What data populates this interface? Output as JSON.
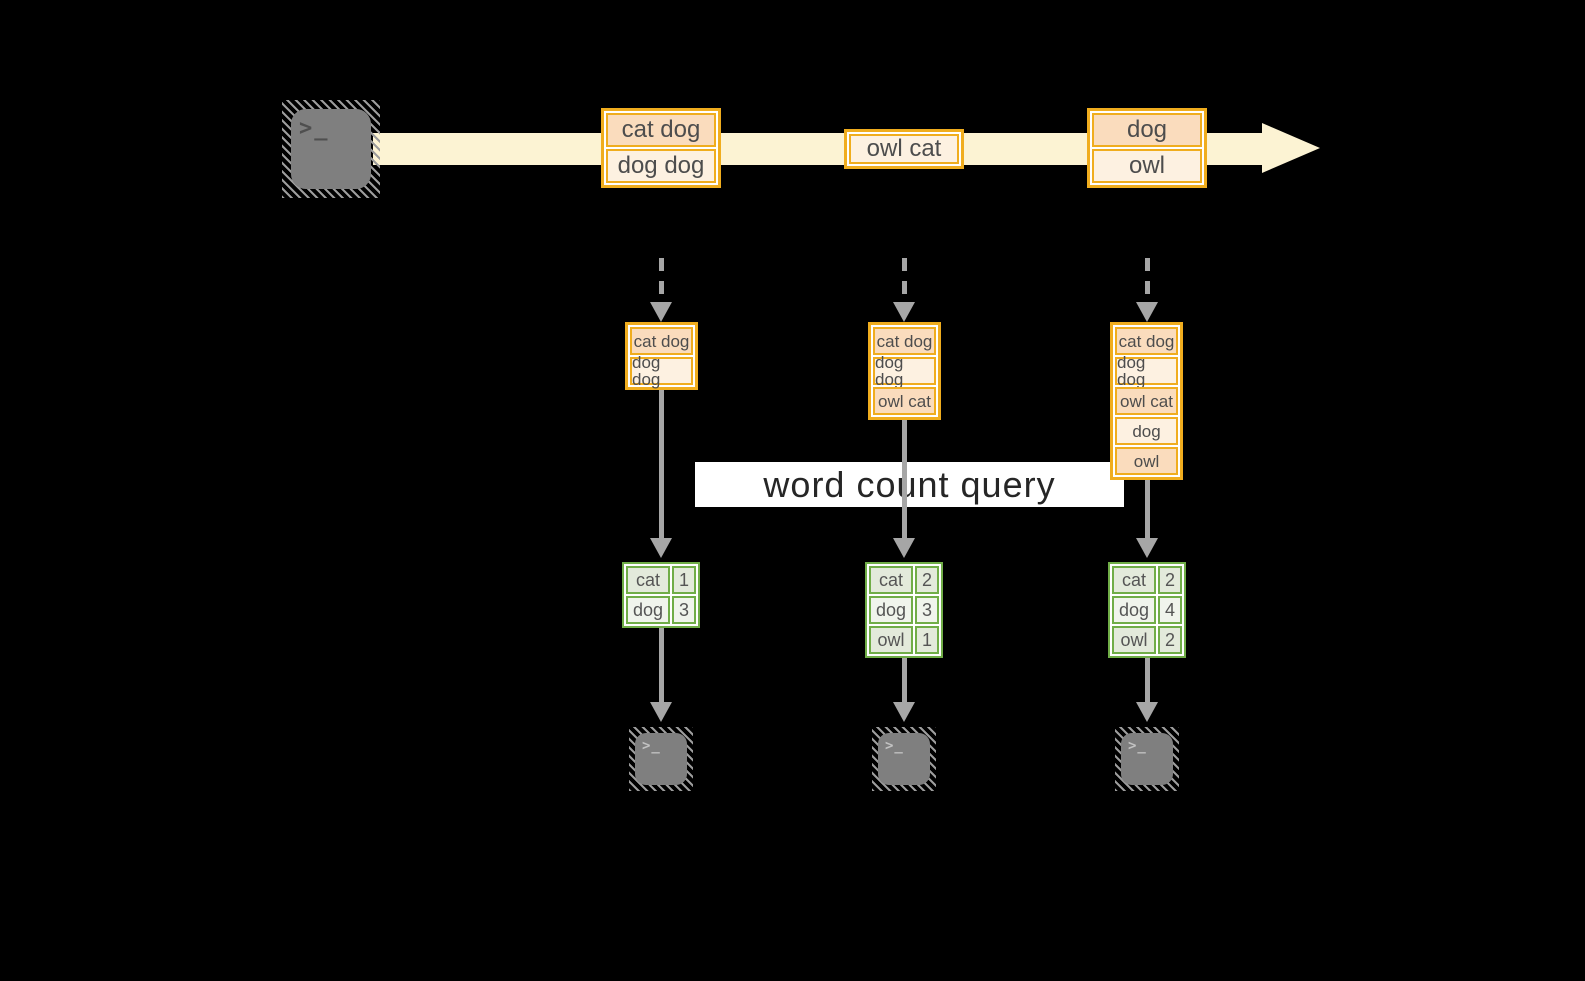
{
  "query": {
    "label": "word count query"
  },
  "terminal": {
    "glyph": ">_"
  },
  "stream": {
    "batches": [
      {
        "items": [
          "cat dog",
          "dog dog"
        ]
      },
      {
        "items": [
          "owl cat"
        ]
      },
      {
        "items": [
          "dog",
          "owl"
        ]
      }
    ]
  },
  "columns": [
    {
      "buffer": [
        "cat dog",
        "dog dog"
      ],
      "result": [
        {
          "word": "cat",
          "count": "1"
        },
        {
          "word": "dog",
          "count": "3"
        }
      ]
    },
    {
      "buffer": [
        "cat dog",
        "dog dog",
        "owl cat"
      ],
      "result": [
        {
          "word": "cat",
          "count": "2"
        },
        {
          "word": "dog",
          "count": "3"
        },
        {
          "word": "owl",
          "count": "1"
        }
      ]
    },
    {
      "buffer": [
        "cat dog",
        "dog dog",
        "owl cat",
        "dog",
        "owl"
      ],
      "result": [
        {
          "word": "cat",
          "count": "2"
        },
        {
          "word": "dog",
          "count": "4"
        },
        {
          "word": "owl",
          "count": "2"
        }
      ]
    }
  ],
  "palette": {
    "background": "#000000",
    "amber_border": "#F0AD1E",
    "peach_fill": "#FADCBD",
    "cream_fill": "#FDF1E1",
    "stream_band": "#FCF3D3",
    "green_border": "#70AD47",
    "sage_fill": "#E3EADB",
    "sage_fill_light": "#F0F4EC",
    "arrow_gray": "#A6A6A6",
    "terminal_gray": "#7F7F7F",
    "query_band": "#FFFFFF"
  }
}
